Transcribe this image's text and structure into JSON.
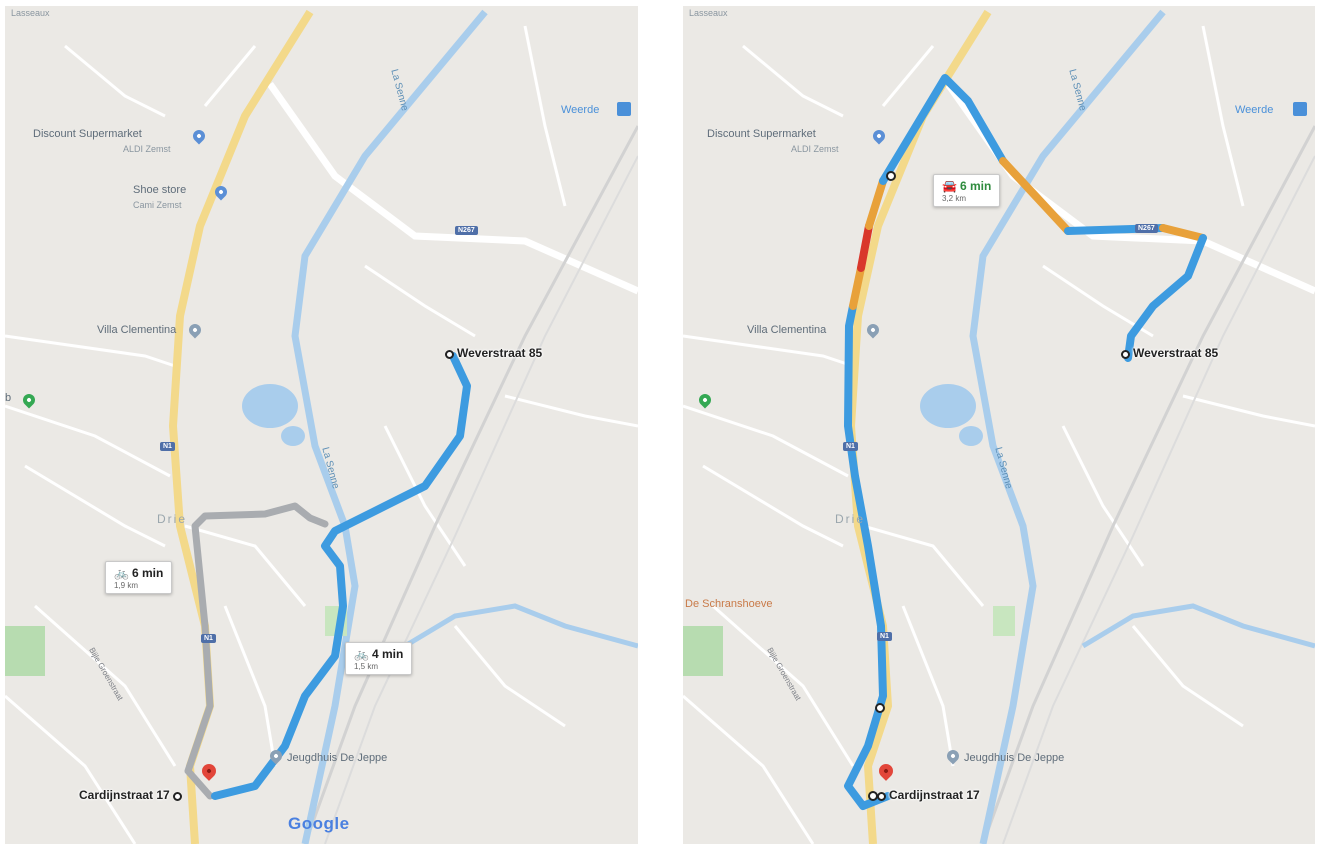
{
  "left_map": {
    "poi": {
      "supermarket": "Discount Supermarket",
      "supermarket_sub": "ALDI Zemst",
      "shoe_store": "Shoe store",
      "shoe_store_sub": "Cami Zemst",
      "villa": "Villa Clementina",
      "jeugdhuis": "Jeugdhuis De Jeppe",
      "weerde": "Weerde"
    },
    "water_label": "La Senne",
    "water_label_2": "La Senne",
    "place_label": "Drie",
    "road_shield_n1": "N1",
    "road_shield_n1b": "N1",
    "road_shield_n267": "N267",
    "destination": "Weverstraat 85",
    "origin": "Cardijnstraat 17",
    "route_alt": {
      "time": "6 min",
      "distance": "1,9 km"
    },
    "route_main": {
      "time": "4 min",
      "distance": "1,5 km"
    },
    "branding": "Google",
    "edge_label": "Lasseaux",
    "edge_b": "b",
    "street": "Bijle Groenstraat"
  },
  "right_map": {
    "poi": {
      "supermarket": "Discount Supermarket",
      "supermarket_sub": "ALDI Zemst",
      "villa": "Villa Clementina",
      "jeugdhuis": "Jeugdhuis De Jeppe",
      "weerde": "Weerde",
      "schranshoeve": "De Schranshoeve"
    },
    "water_label": "La Senne",
    "water_label_2": "La Senne",
    "place_label": "Drie",
    "road_shield_n1": "N1",
    "road_shield_n1b": "N1",
    "road_shield_n267": "N267",
    "destination": "Weverstraat 85",
    "origin": "Cardijnstraat 17",
    "route_car": {
      "time": "6 min",
      "distance": "3,2 km"
    },
    "edge_label": "Lasseaux",
    "street": "Bijle Groenstraat"
  },
  "colors": {
    "route_blue": "#3d9be0",
    "route_alt_grey": "#a9acb0",
    "traffic_orange": "#e8a13a",
    "traffic_red": "#d9372b",
    "road_yellow": "#f3d98a",
    "water": "#a9cdec",
    "land": "#ebe9e5",
    "poi_blue": "#5b8fd6",
    "poi_green": "#34a853"
  },
  "icons": [
    "bicycle-icon",
    "car-icon",
    "map-pin-icon",
    "train-station-icon",
    "location-marker-icon"
  ]
}
